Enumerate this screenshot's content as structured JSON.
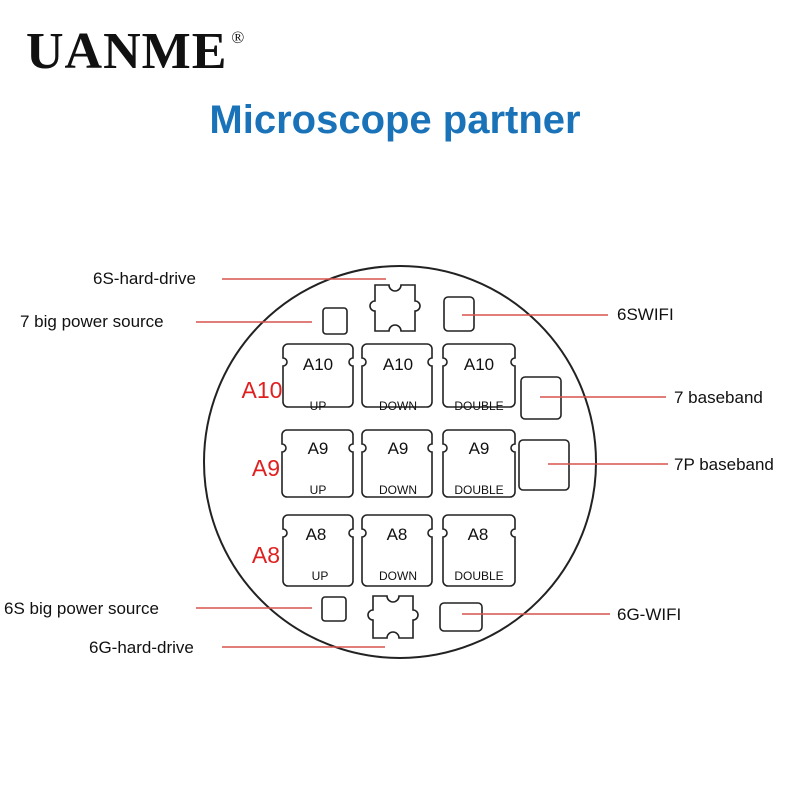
{
  "brand": {
    "name": "UANME",
    "mark": "®"
  },
  "title": "Microscope partner",
  "rows": [
    {
      "row_label": "A10",
      "chips": [
        {
          "name": "A10",
          "variant": "UP"
        },
        {
          "name": "A10",
          "variant": "DOWN"
        },
        {
          "name": "A10",
          "variant": "DOUBLE"
        }
      ]
    },
    {
      "row_label": "A9",
      "chips": [
        {
          "name": "A9",
          "variant": "UP"
        },
        {
          "name": "A9",
          "variant": "DOWN"
        },
        {
          "name": "A9",
          "variant": "DOUBLE"
        }
      ]
    },
    {
      "row_label": "A8",
      "chips": [
        {
          "name": "A8",
          "variant": "UP"
        },
        {
          "name": "A8",
          "variant": "DOWN"
        },
        {
          "name": "A8",
          "variant": "DOUBLE"
        }
      ]
    }
  ],
  "callouts": {
    "hard_drive_6s": "6S-hard-drive",
    "power_7_big": "7 big power source",
    "wifi_6s": "6SWIFI",
    "baseband_7": "7 baseband",
    "baseband_7p": "7P baseband",
    "power_6s_big": "6S big power source",
    "wifi_6g": "6G-WIFI",
    "hard_drive_6g": "6G-hard-drive"
  },
  "colors": {
    "title": "#1a73b8",
    "row_label": "#e02020",
    "line": "#d9534f",
    "outline": "#222222"
  }
}
